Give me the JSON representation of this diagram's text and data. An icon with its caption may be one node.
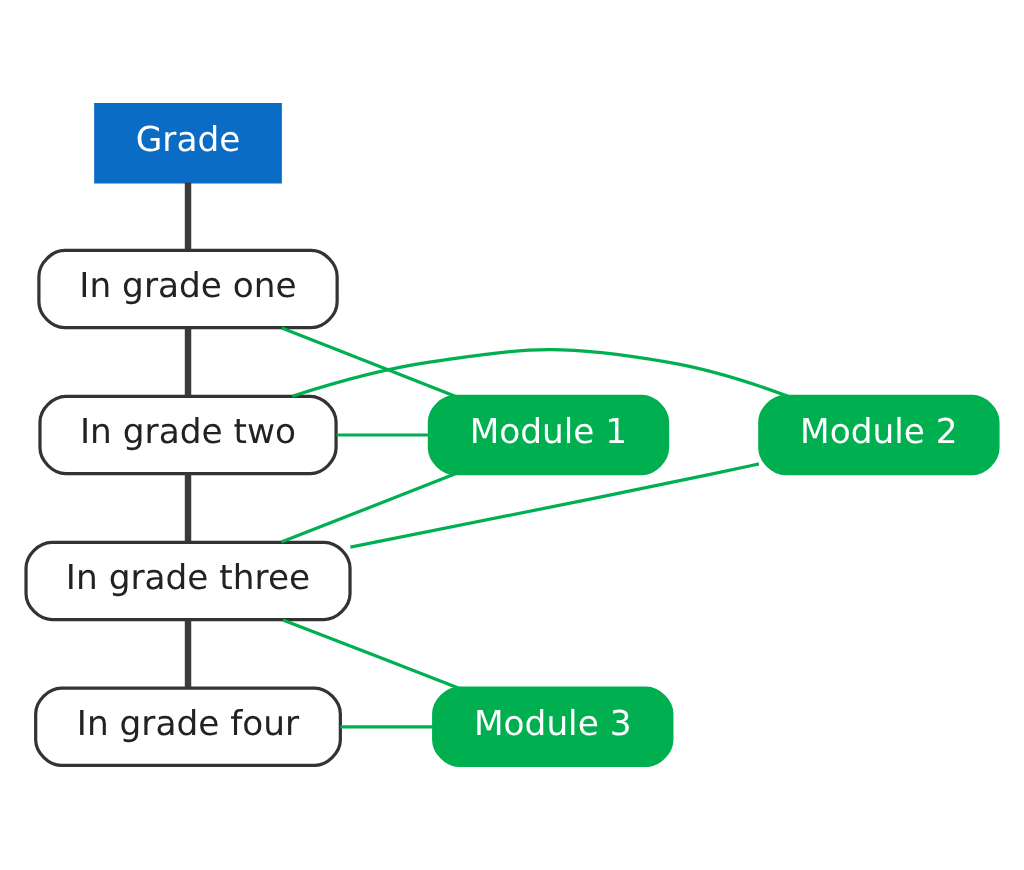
{
  "diagram": {
    "nodes": [
      {
        "text": [
          "Grade"
        ]
      },
      {
        "text": [
          "In grade one"
        ]
      },
      {
        "text": [
          "In grade two"
        ]
      },
      {
        "text": [
          "In grade three"
        ]
      },
      {
        "text": [
          "In grade four"
        ]
      },
      {
        "text": [
          "Module 1"
        ]
      },
      {
        "text": [
          "Module 2"
        ]
      },
      {
        "text": [
          "Module 3"
        ]
      }
    ],
    "edges": [
      {
        "from": 0,
        "to": 1,
        "arrow": "none",
        "style": "thick",
        "color": "#3a3a3a"
      },
      {
        "from": 1,
        "to": 2,
        "arrow": "none",
        "style": "thick",
        "color": "#3a3a3a"
      },
      {
        "from": 2,
        "to": 3,
        "arrow": "none",
        "style": "thick",
        "color": "#3a3a3a"
      },
      {
        "from": 3,
        "to": 4,
        "arrow": "none",
        "style": "thick",
        "color": "#3a3a3a"
      },
      {
        "from": 1,
        "to": 5,
        "arrow": "none"
      },
      {
        "from": 2,
        "to": 5,
        "arrow": "none"
      },
      {
        "from": 3,
        "to": 5,
        "arrow": "none"
      },
      {
        "from": 6,
        "to": 2,
        "arrow": "none"
      },
      {
        "from": 6,
        "to": 3,
        "arrow": "none"
      },
      {
        "from": 3,
        "to": 7,
        "arrow": "none"
      },
      {
        "from": 4,
        "to": 7,
        "arrow": "none"
      }
    ]
  }
}
